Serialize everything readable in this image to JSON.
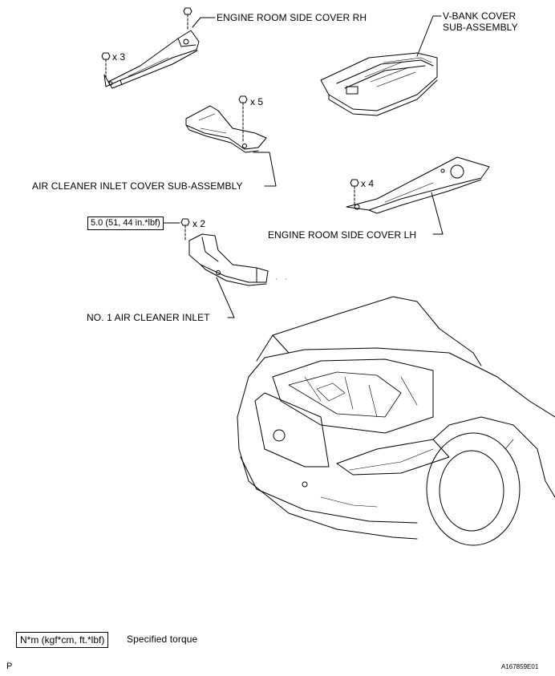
{
  "labels": {
    "engine_room_side_cover_rh": "ENGINE ROOM SIDE COVER RH",
    "v_bank_cover_line1": "V-BANK COVER",
    "v_bank_cover_line2": "SUB-ASSEMBLY",
    "air_cleaner_inlet_cover": "AIR CLEANER INLET COVER SUB-ASSEMBLY",
    "engine_room_side_cover_lh": "ENGINE ROOM SIDE COVER LH",
    "no1_air_cleaner_inlet": "NO. 1 AIR CLEANER INLET"
  },
  "quantities": {
    "rh_bolts": "x 3",
    "inlet_cover_bolts": "x 5",
    "lh_bolts": "x 4",
    "inlet_bolts": "x 2"
  },
  "torque": {
    "value": "5.0 (51, 44 in.*lbf)"
  },
  "legend": {
    "unit_box": "N*m (kgf*cm, ft.*lbf)",
    "description": "Specified torque"
  },
  "footer": {
    "left": "P",
    "right": "A167859E01"
  }
}
